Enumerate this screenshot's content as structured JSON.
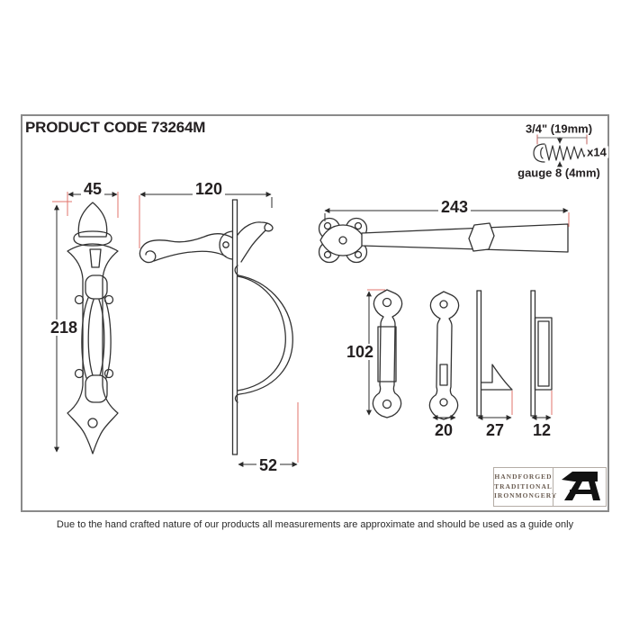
{
  "page": {
    "product_code": "PRODUCT CODE 73264M",
    "footer_note": "Due to the hand crafted nature of our products all measurements are approximate and should be used as a guide only"
  },
  "screw_spec": {
    "length": "3/4\" (19mm)",
    "quantity": "x14",
    "gauge": "gauge 8 (4mm)"
  },
  "dimensions": {
    "handle_plate_width_mm": "45",
    "handle_plate_height_mm": "218",
    "lever_projection_mm": "120",
    "bow_projection_mm": "52",
    "latch_bar_length_mm": "243",
    "keep_plate_height_mm": "102",
    "keep_plate_width_mm": "20",
    "catch_projection_mm": "27",
    "bracket_projection_mm": "12"
  },
  "logo": {
    "line1": "HANDFORGED",
    "line2": "TRADITIONAL",
    "line3": "IRONMONGERY",
    "icon": "anvil-icon"
  },
  "colors": {
    "drawing_line": "#333333",
    "dimension_line": "#2b2b2b",
    "witness_line": "#e2736b",
    "frame_border": "#8a8a8a",
    "logo_text": "#6b5d52",
    "logo_icon": "#111111"
  }
}
